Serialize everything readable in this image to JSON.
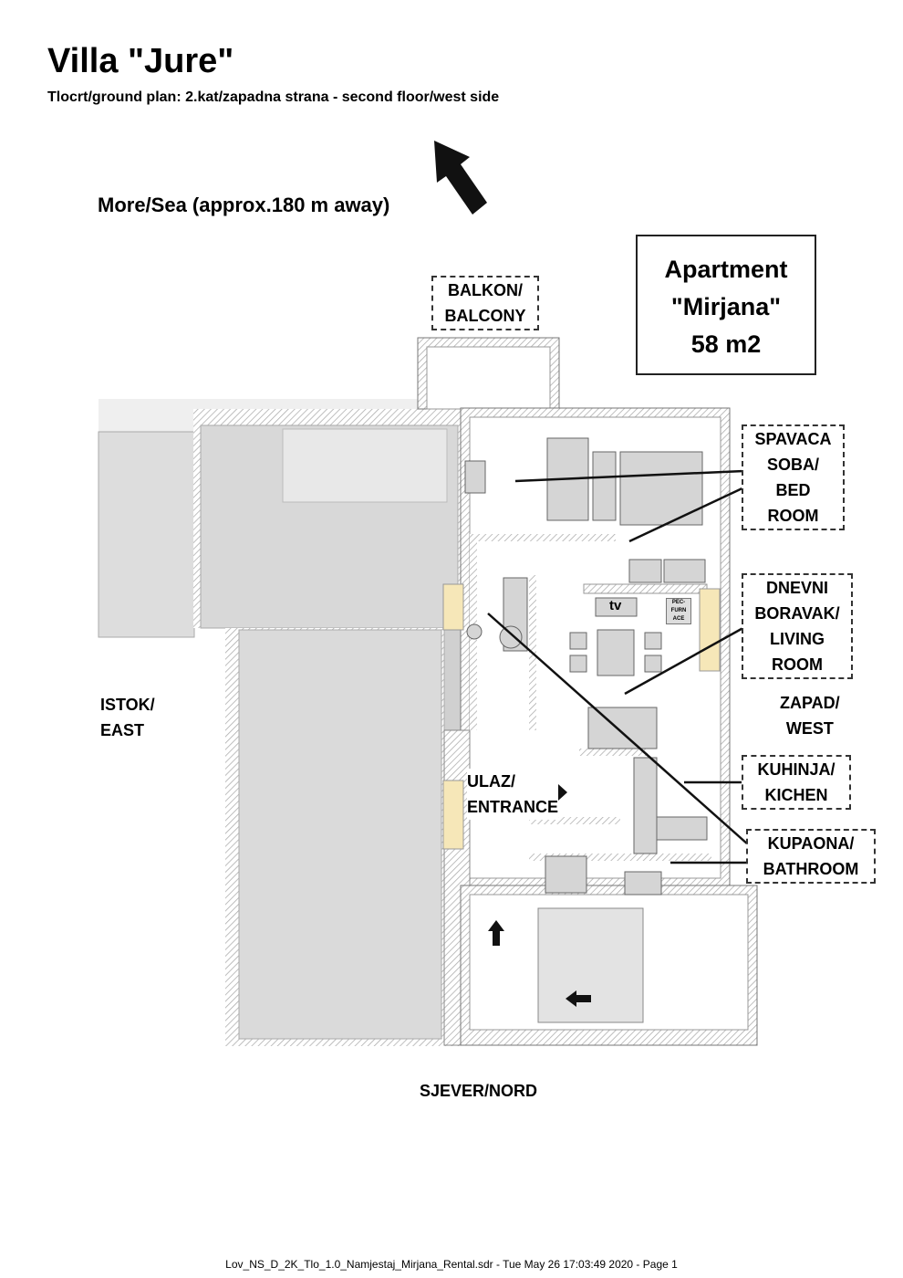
{
  "title": "Villa \"Jure\"",
  "subtitle": "Tlocrt/ground plan:  2.kat/zapadna strana - second floor/west side",
  "sea_note": "More/Sea (approx.180 m away)",
  "apartment": {
    "line1": "Apartment",
    "line2": "\"Mirjana\"",
    "line3": "58 m2"
  },
  "rooms": {
    "balcony": [
      "BALKON/",
      "BALCONY"
    ],
    "bedroom": [
      "SPAVACA",
      "SOBA/",
      "BED",
      "ROOM"
    ],
    "living": [
      "DNEVNI",
      "BORAVAK/",
      "LIVING",
      "ROOM"
    ],
    "kitchen": [
      "KUHINJA/",
      "KICHEN"
    ],
    "bathroom": [
      "KUPAONA/",
      "BATHROOM"
    ],
    "entrance": [
      "ULAZ/",
      "ENTRANCE"
    ]
  },
  "plan_marks": {
    "tv": "tv",
    "furnace": [
      "PEC-",
      "FURN",
      "ACE"
    ]
  },
  "directions": {
    "east": [
      "ISTOK/",
      "EAST"
    ],
    "west": [
      "ZAPAD/",
      "WEST"
    ],
    "north": "SJEVER/NORD"
  },
  "footer": "Lov_NS_D_2K_Tlo_1.0_Namjestaj_Mirjana_Rental.sdr - Tue May 26 17:03:49 2020 - Page 1"
}
